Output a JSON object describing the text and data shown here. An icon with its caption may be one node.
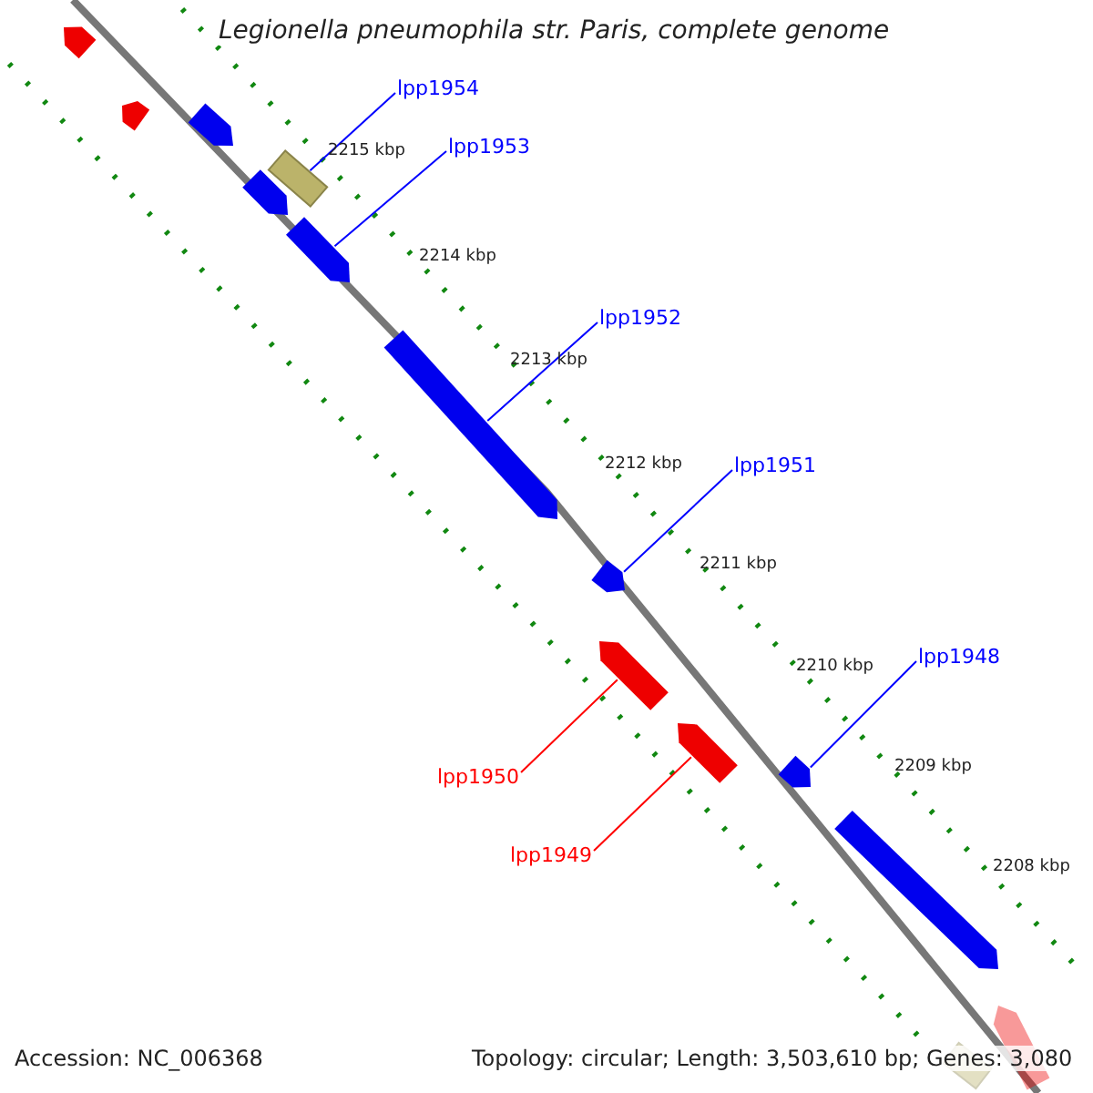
{
  "diagram": {
    "title": "Legionella pneumophila str. Paris, complete genome",
    "nodes": [
      {
        "text": [
          "lpp1954"
        ]
      },
      {
        "text": [
          "lpp1953"
        ]
      },
      {
        "text": [
          "lpp1952"
        ]
      },
      {
        "text": [
          "lpp1951"
        ]
      },
      {
        "text": [
          "lpp1948"
        ]
      },
      {
        "text": [
          "lpp1950"
        ]
      },
      {
        "text": [
          "lpp1949"
        ]
      },
      {
        "text": [],
        "shape": "arrow"
      },
      {
        "text": [],
        "shape": "arrow"
      },
      {
        "text": [],
        "shape": "arrow"
      },
      {
        "text": [],
        "shape": "box"
      },
      {
        "text": [],
        "shape": "arrow"
      },
      {
        "text": [],
        "shape": "arrow"
      },
      {
        "text": [],
        "shape": "arrow"
      },
      {
        "text": [],
        "shape": "arrow"
      },
      {
        "text": [],
        "shape": "arrow"
      },
      {
        "text": [],
        "shape": "arrow"
      },
      {
        "text": [],
        "shape": "arrow"
      },
      {
        "text": [],
        "shape": "arrow"
      },
      {
        "text": [],
        "shape": "arrow"
      },
      {
        "text": [],
        "shape": "box"
      }
    ],
    "edges": [
      {
        "from": 0,
        "to": 10,
        "arrow": "none"
      },
      {
        "from": 1,
        "to": 12,
        "arrow": "none"
      },
      {
        "from": 2,
        "to": 13,
        "arrow": "none"
      },
      {
        "from": 3,
        "to": 14,
        "arrow": "none"
      },
      {
        "from": 4,
        "to": 17,
        "arrow": "none"
      },
      {
        "from": 5,
        "to": 15,
        "arrow": "none",
        "color": "#ff0000"
      },
      {
        "from": 6,
        "to": 16,
        "arrow": "none",
        "color": "#ff0000"
      }
    ],
    "labels": [
      "2215 kbp",
      "2214 kbp",
      "2213 kbp",
      "2212 kbp",
      "2211 kbp",
      "2210 kbp",
      "2209 kbp",
      "2208 kbp",
      "Accession: NC_006368",
      "Topology: circular; Length: 3,503,610 bp; Genes: 3,080"
    ]
  }
}
